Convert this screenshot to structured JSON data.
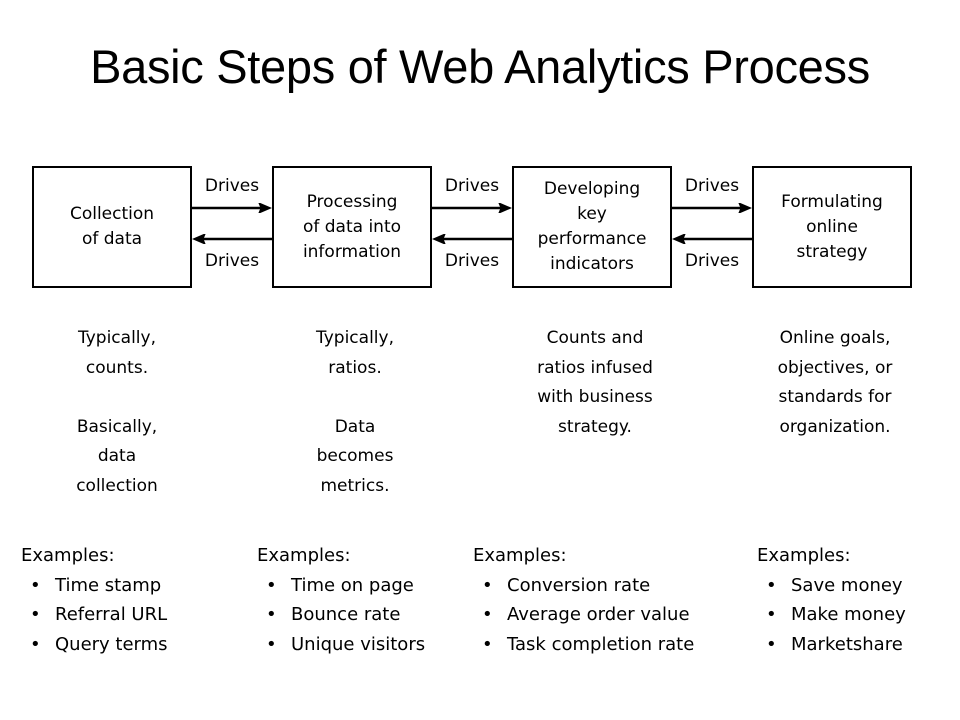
{
  "slide": {
    "title": "Basic Steps of Web Analytics Process"
  },
  "flow": {
    "stages": [
      {
        "id": "collection",
        "label": "Collection\nof data"
      },
      {
        "id": "processing",
        "label": "Processing\nof data into\ninformation"
      },
      {
        "id": "kpi",
        "label": "Developing\nkey\nperformance\nindicators"
      },
      {
        "id": "strategy",
        "label": "Formulating\nonline\nstrategy"
      }
    ],
    "connectors": [
      {
        "id": "connector-1",
        "forward_label": "Drives",
        "back_label": "Drives"
      },
      {
        "id": "connector-2",
        "forward_label": "Drives",
        "back_label": "Drives"
      },
      {
        "id": "connector-3",
        "forward_label": "Drives",
        "back_label": "Drives"
      }
    ]
  },
  "descriptions": [
    {
      "id": "desc-collection",
      "paragraphs": [
        "Typically,\ncounts.",
        "Basically,\ndata\ncollection"
      ]
    },
    {
      "id": "desc-processing",
      "paragraphs": [
        "Typically,\nratios.",
        "Data\nbecomes\nmetrics."
      ]
    },
    {
      "id": "desc-kpi",
      "paragraphs": [
        "Counts and\nratios infused\nwith business\nstrategy."
      ]
    },
    {
      "id": "desc-strategy",
      "paragraphs": [
        "Online goals,\nobjectives, or\nstandards for\norganization."
      ]
    }
  ],
  "examples": [
    {
      "id": "examples-collection",
      "heading": "Examples:",
      "items": [
        "Time stamp",
        "Referral URL",
        "Query terms"
      ]
    },
    {
      "id": "examples-processing",
      "heading": "Examples:",
      "items": [
        "Time on page",
        "Bounce rate",
        "Unique visitors"
      ]
    },
    {
      "id": "examples-kpi",
      "heading": "Examples:",
      "items": [
        "Conversion rate",
        "Average order value",
        "Task completion rate"
      ]
    },
    {
      "id": "examples-strategy",
      "heading": "Examples:",
      "items": [
        "Save money",
        "Make money",
        "Marketshare"
      ]
    }
  ],
  "style": {
    "bullet_glyph": "•",
    "stroke_color": "#000000",
    "background_color": "#FFFFFF"
  }
}
